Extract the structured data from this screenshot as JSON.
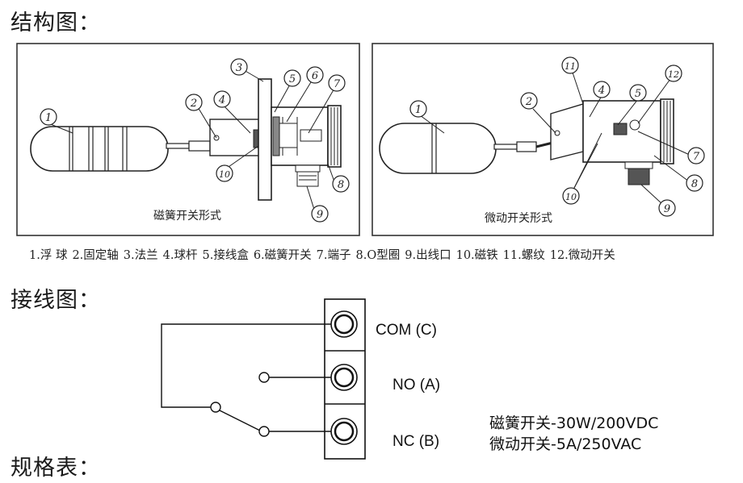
{
  "headings": {
    "structure": "结构图：",
    "wiring": "接线图：",
    "spec": "规格表："
  },
  "panels": {
    "left_caption": "磁簧开关形式",
    "right_caption": "微动开关形式"
  },
  "callouts_left": [
    "1",
    "2",
    "3",
    "4",
    "5",
    "6",
    "7",
    "8",
    "9",
    "10"
  ],
  "callouts_right": [
    "1",
    "2",
    "11",
    "4",
    "5",
    "12",
    "7",
    "8",
    "9",
    "10"
  ],
  "legend": [
    "1.浮 球",
    "2.固定轴",
    "3.法兰",
    "4.球杆",
    "5.接线盒",
    "6.磁簧开关",
    "7.端子",
    "8.O型圈",
    "9.出线口",
    "10.磁铁",
    "11.螺纹",
    "12.微动开关"
  ],
  "terminals": {
    "com": "COM (C)",
    "no": "NO (A)",
    "nc": "NC (B)"
  },
  "ratings": {
    "reed": "磁簧开关-30W/200VDC",
    "micro": "微动开关-5A/250VAC"
  }
}
